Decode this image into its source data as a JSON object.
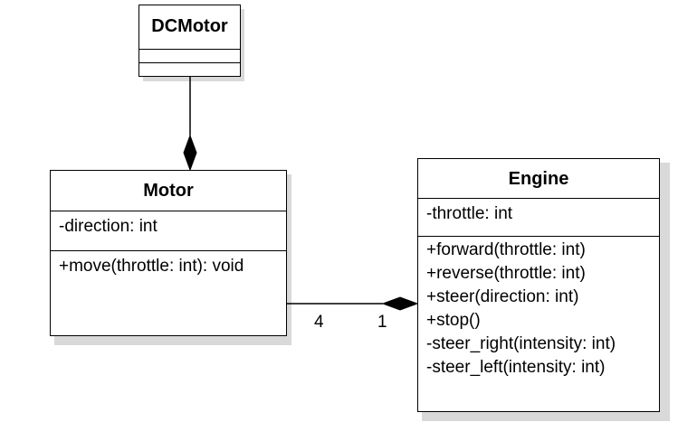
{
  "diagram": {
    "classes": [
      {
        "id": "dcmotor",
        "name": "DCMotor",
        "attributes": [],
        "methods": []
      },
      {
        "id": "motor",
        "name": "Motor",
        "attributes": [
          "-direction: int"
        ],
        "methods": [
          "+move(throttle: int): void"
        ]
      },
      {
        "id": "engine",
        "name": "Engine",
        "attributes": [
          "-throttle: int"
        ],
        "methods": [
          "+forward(throttle: int)",
          "+reverse(throttle: int)",
          "+steer(direction: int)",
          "+stop()",
          "-steer_right(intensity: int)",
          "-steer_left(intensity: int)"
        ]
      }
    ],
    "relations": [
      {
        "type": "composition",
        "whole": "motor",
        "part": "dcmotor",
        "multiplicity_whole": "",
        "multiplicity_part": ""
      },
      {
        "type": "composition",
        "whole": "engine",
        "part": "motor",
        "multiplicity_part": "4",
        "multiplicity_whole": "1"
      }
    ],
    "colors": {
      "line": "#000000",
      "fill": "#ffffff",
      "shadow": "#d9d9d9"
    }
  }
}
